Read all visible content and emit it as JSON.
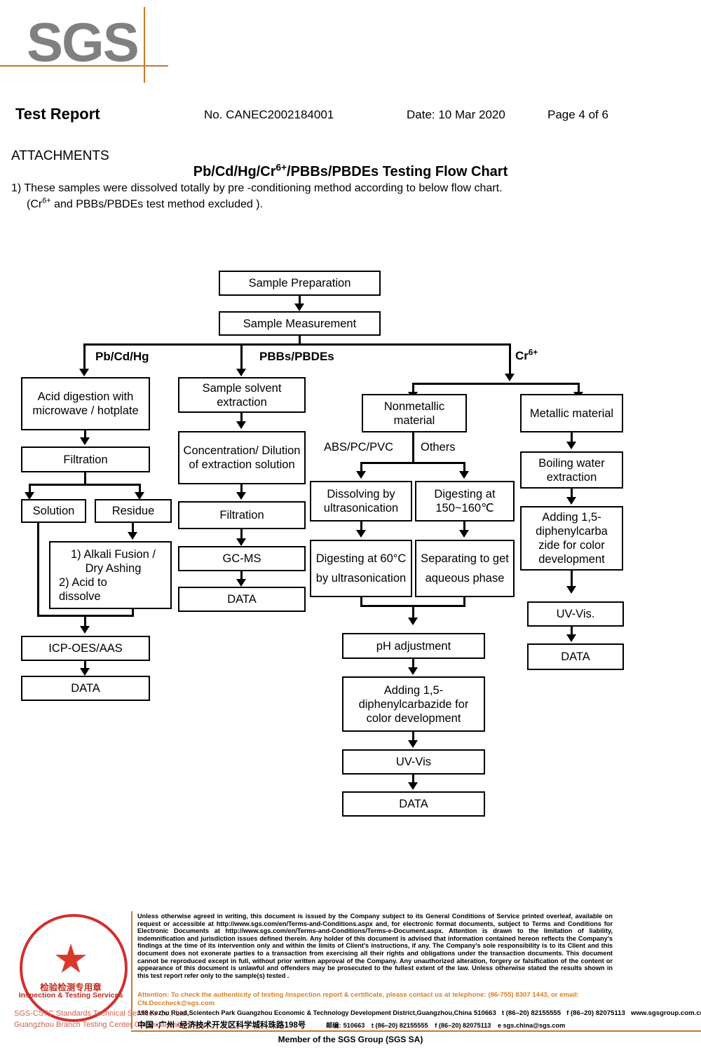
{
  "brand": {
    "logo_text": "SGS",
    "logo_color": "#808080",
    "rule_color": "#c8782d"
  },
  "header": {
    "title": "Test Report",
    "report_no": "No. CANEC2002184001",
    "date": "Date: 10 Mar 2020",
    "page": "Page 4 of 6"
  },
  "attachments": {
    "section_label": "ATTACHMENTS",
    "chart_title_pre": "Pb/Cd/Hg/Cr",
    "chart_title_sup": "6+",
    "chart_title_post": "/PBBs/PBDEs Testing Flow Chart",
    "note_1": "1) These samples were dissolved totally by pre -conditioning method according to below flow chart.",
    "note_2_pre": "(Cr",
    "note_2_sup": "6+",
    "note_2_post": " and PBBs/PBDEs  test method excluded )."
  },
  "flow": {
    "sample_preparation": "Sample Preparation",
    "sample_measurement": "Sample Measurement",
    "branch_pb": "Pb/Cd/Hg",
    "branch_pbbs": "PBBs/PBDEs",
    "branch_cr_pre": "Cr",
    "branch_cr_sup": "6+",
    "pb": {
      "acid_digestion": "Acid digestion with microwave / hotplate",
      "filtration": "Filtration",
      "solution": "Solution",
      "residue": "Residue",
      "alkali": "1) Alkali Fusion / Dry Ashing\n2) Acid to dissolve",
      "alkali_l1": "1) Alkali Fusion /",
      "alkali_l2": "Dry Ashing",
      "alkali_l3": "2) Acid to",
      "alkali_l4": "dissolve",
      "icp": "ICP-OES/AAS",
      "data": "DATA"
    },
    "pbbs": {
      "solvent_extraction": "Sample solvent extraction",
      "concentration": "Concentration/ Dilution of extraction solution",
      "filtration": "Filtration",
      "gcms": "GC-MS",
      "data": "DATA"
    },
    "cr": {
      "nonmetallic": "Nonmetallic material",
      "metallic": "Metallic material",
      "label_abs": "ABS/PC/PVC",
      "label_others": "Others",
      "dissolving": "Dissolving by ultrasonication",
      "digesting_150": "Digesting at 150~160℃",
      "digesting_60": "Digesting at 60°C by ultrasonication",
      "separating": "Separating to get aqueous phase",
      "ph_adjustment": "pH adjustment",
      "adding_dpc": "Adding 1,5-diphenylcarbazide for color development",
      "uvvis": "UV-Vis",
      "data": "DATA",
      "boiling_water": "Boiling water extraction",
      "adding_dpc_metal": "Adding 1,5-diphenylcarba zide for color development",
      "uvvis_metal": "UV-Vis.",
      "data_metal": "DATA"
    }
  },
  "footer": {
    "seal": {
      "cn_label": "检验检测专用章",
      "en_label": "Inspection & Testing Services",
      "line1": "SGS-CSTC Standards Technical Services Co., Ltd.",
      "line2": "Guangzhou Branch Testing Center Chemical Laboratory."
    },
    "disclaimer": "Unless otherwise agreed in writing, this document is issued by the Company subject to its General Conditions of Service printed overleaf, available on request or accessible at http://www.sgs.com/en/Terms-and-Conditions.aspx and, for electronic format documents, subject to Terms and Conditions for Electronic Documents at http://www.sgs.com/en/Terms-and-Conditions/Terms-e-Document.aspx. Attention is drawn to the limitation of liability, indemnification and jurisdiction issues defined therein. Any holder of this document is advised that information contained hereon reflects the Company's findings at the time of its intervention only and within the limits of Client's instructions, if any. The Company's sole responsibility is to its Client and this document does not exonerate parties to a transaction from exercising all their rights and obligations under the transaction documents. This document cannot be reproduced except in full, without prior written approval of the Company. Any unauthorized alteration, forgery or falsification of the content or appearance of this document is unlawful and offenders may be prosecuted to the fullest extent of the law. Unless otherwise stated the results shown in this test report refer only to the sample(s) tested .",
    "attention": "Attention: To check the authenticity of testing /inspection report & certificate, please contact us at telephone: (86-755) 8307 1443, or email: CN.Doccheck@sgs.com",
    "address_en": "198 Kezhu Road,Scientech Park Guangzhou Economic & Technology Development District,Guangzhou,China",
    "postcode_en": "510663",
    "tel_en": "t (86–20) 82155555",
    "fax_en": "f (86–20) 82075113",
    "web_en": "www.sgsgroup.com.cn",
    "address_cn": "中国 ·广州 ·经济技术开发区科学城科珠路198号",
    "postcode_cn_label": "邮编:",
    "postcode_cn": "510663",
    "tel_cn": "t (86–20) 82155555",
    "fax_cn": "f (86–20) 82075113",
    "email_cn": "e  sgs.china@sgs.com",
    "member": "Member of the SGS Group (SGS SA)"
  }
}
